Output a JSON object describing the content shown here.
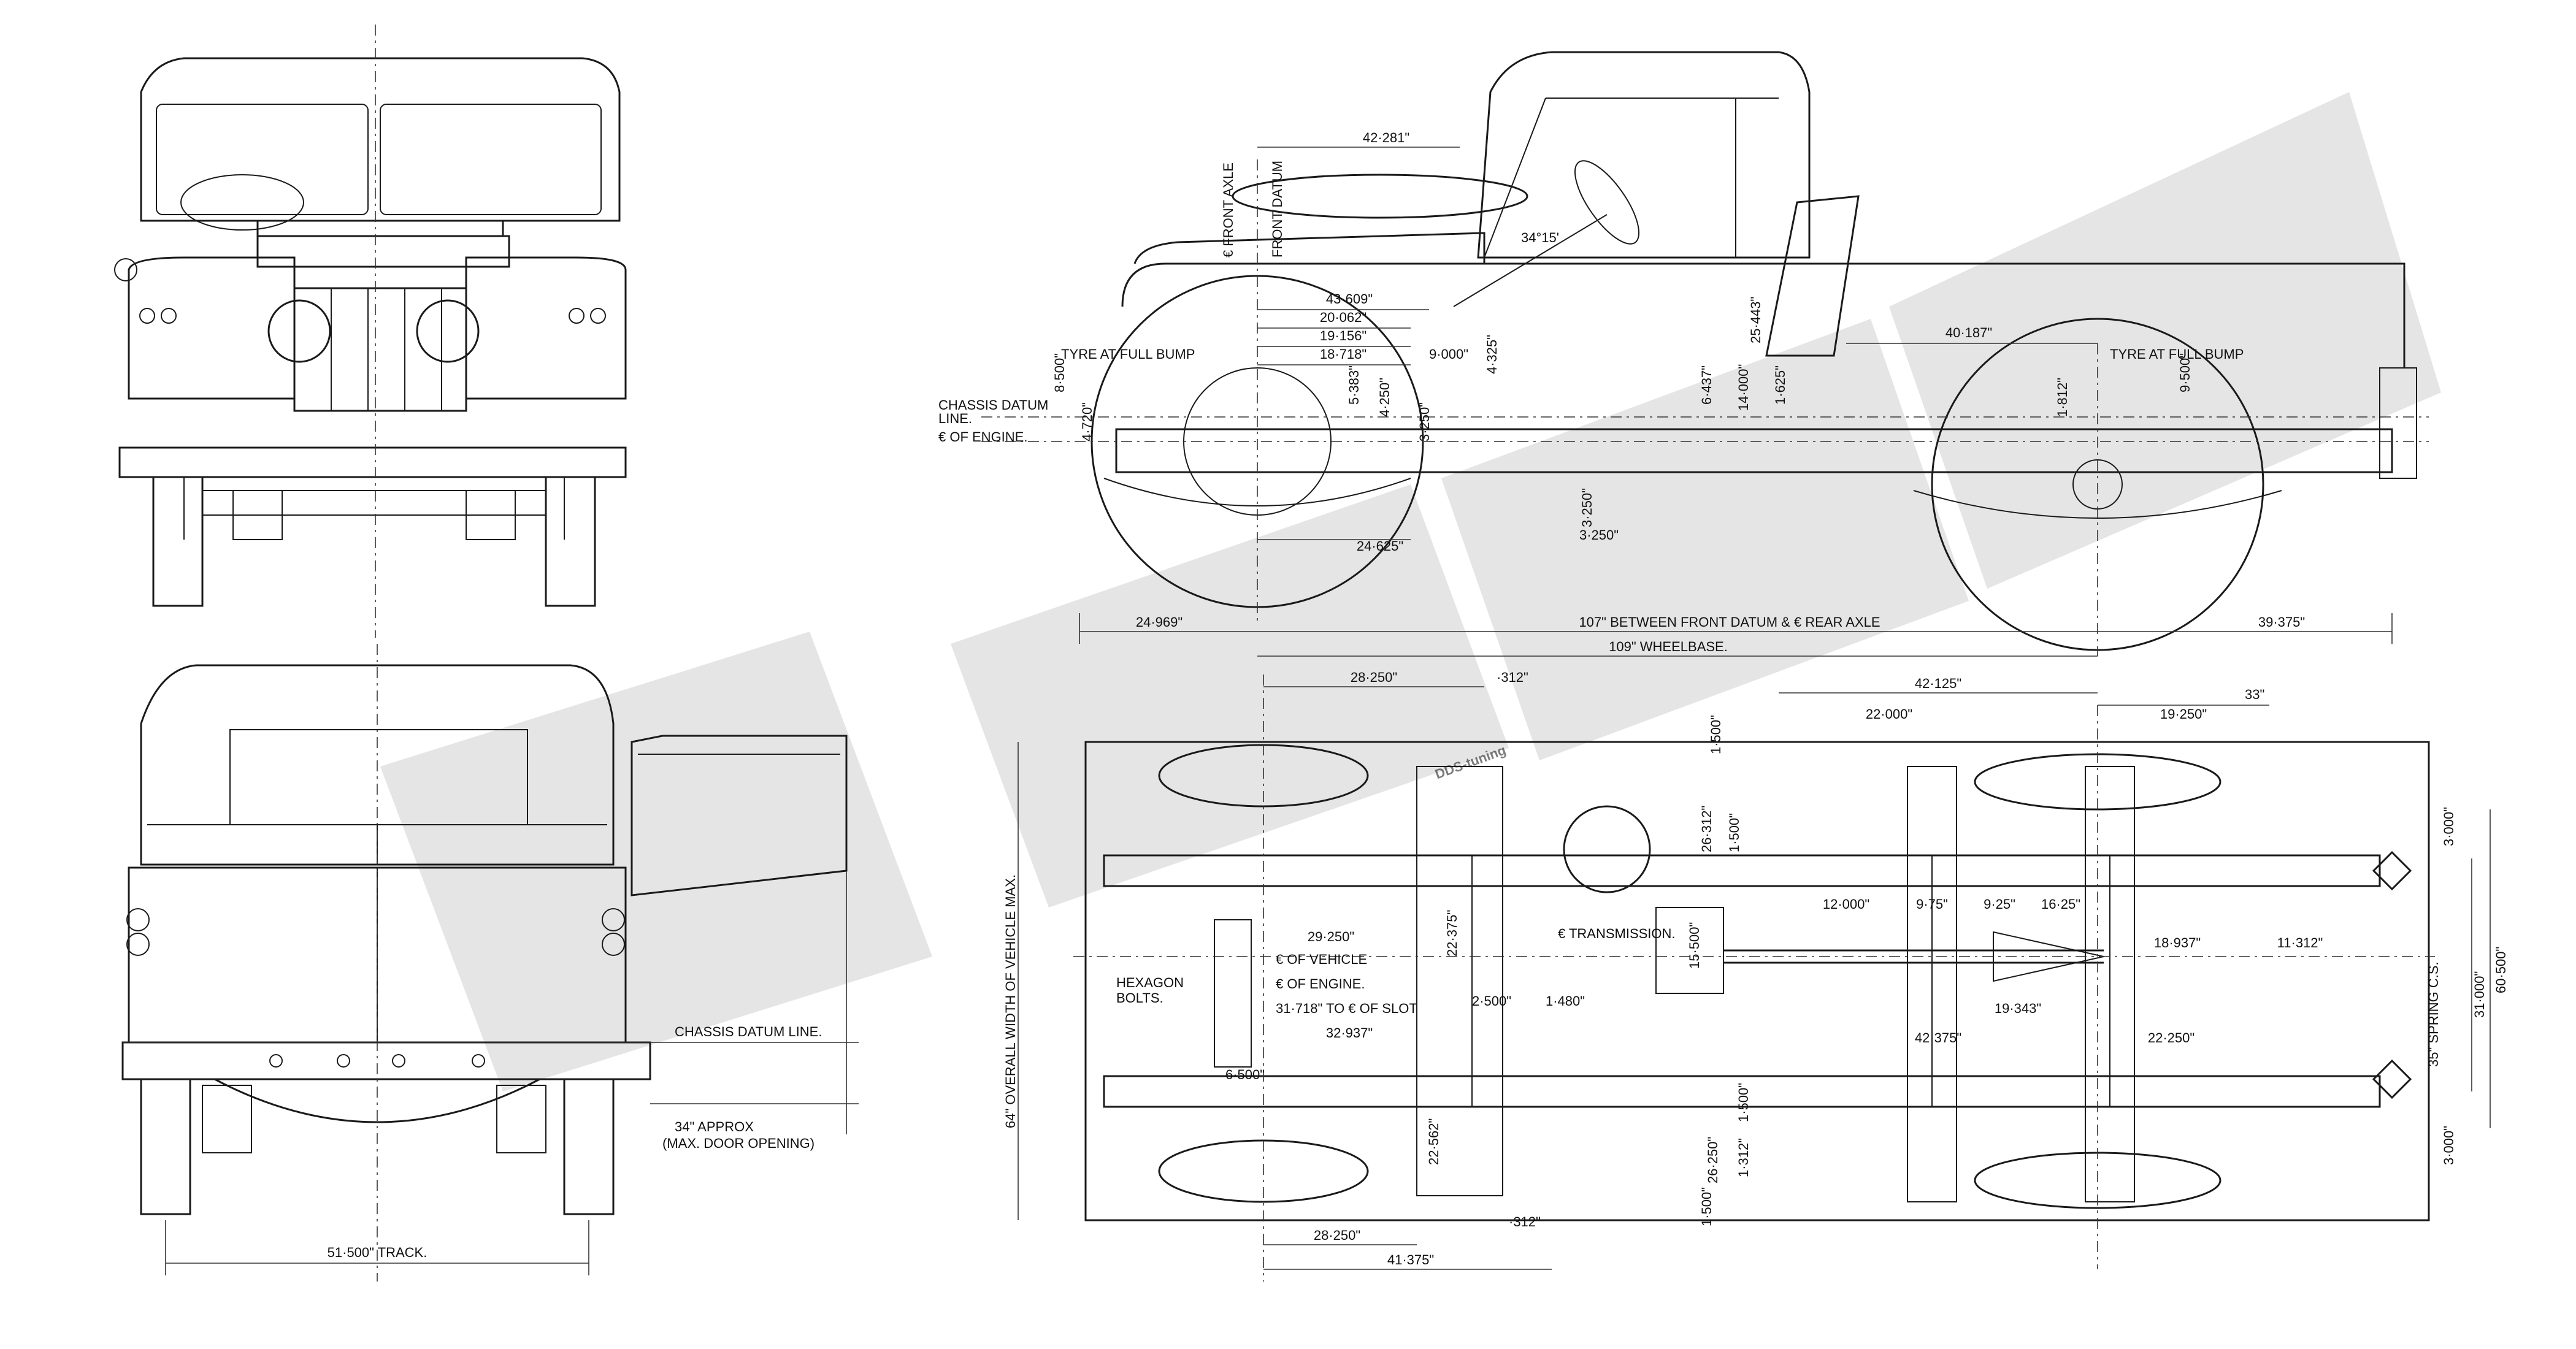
{
  "watermark": "DDS-tuning",
  "front_view": {
    "track": "51·500\" TRACK."
  },
  "rear_view": {
    "chassis_datum_line": "CHASSIS DATUM LINE.",
    "door_opening_1": "34\" APPROX",
    "door_opening_2": "(MAX. DOOR OPENING)"
  },
  "side_view": {
    "labels": [
      "42·281\"",
      "€ FRONT AXLE",
      "FRONT DATUM",
      "34°15'",
      "43·609\"",
      "20·062\"",
      "19·156\"",
      "18·718\"",
      "TYRE AT FULL BUMP",
      "8·500\"",
      "CHASSIS DATUM",
      "LINE.",
      "€ OF ENGINE.",
      "4·720\"",
      "5·383\"",
      "4·250\"",
      "9·000\"",
      "4·325\"",
      "3·250\"",
      "3·250\"",
      "25·443\"",
      "6·437\"",
      "14·000\"",
      "1·625\"",
      "40·187\"",
      "TYRE AT FULL BUMP",
      "1·812\"",
      "9·500\"",
      "24·625\"",
      "3·250\""
    ],
    "bottom_dims": {
      "left": "24·969\"",
      "mid": "107\" BETWEEN FRONT DATUM & € REAR AXLE",
      "right": "39·375\"",
      "wheelbase": "109\" WHEELBASE."
    }
  },
  "plan_view": {
    "labels": [
      "28·250\"",
      "·312\"",
      "42·125\"",
      "33\"",
      "22·000\"",
      "19·250\"",
      "1·500\"",
      "26·312\"",
      "1·500\"",
      "3·000\"",
      "HEXAGON",
      "BOLTS.",
      "29·250\"",
      "€ OF VEHICLE",
      "€ OF ENGINE.",
      "31·718\" TO € OF SLOT",
      "32·937\"",
      "6·500\"",
      "22·375\"",
      "15·500\"",
      "€ TRANSMISSION.",
      "12·000\"",
      "9·75\"",
      "9·25\"",
      "16·25\"",
      "18·937\"",
      "11·312\"",
      "19·343\"",
      "42·375\"",
      "22·250\"",
      "2·500\"",
      "1·480\"",
      "31·000\"",
      "60·500\"",
      "35\" SPRING C.S.",
      "3·000\"",
      "22·562\"",
      "26·250\"",
      "1·500\"",
      "1·312\"",
      "1·500\"",
      "·312\"",
      "28·250\"",
      "41·375\""
    ],
    "overall_width": "64\" OVERALL WIDTH OF VEHICLE MAX."
  }
}
